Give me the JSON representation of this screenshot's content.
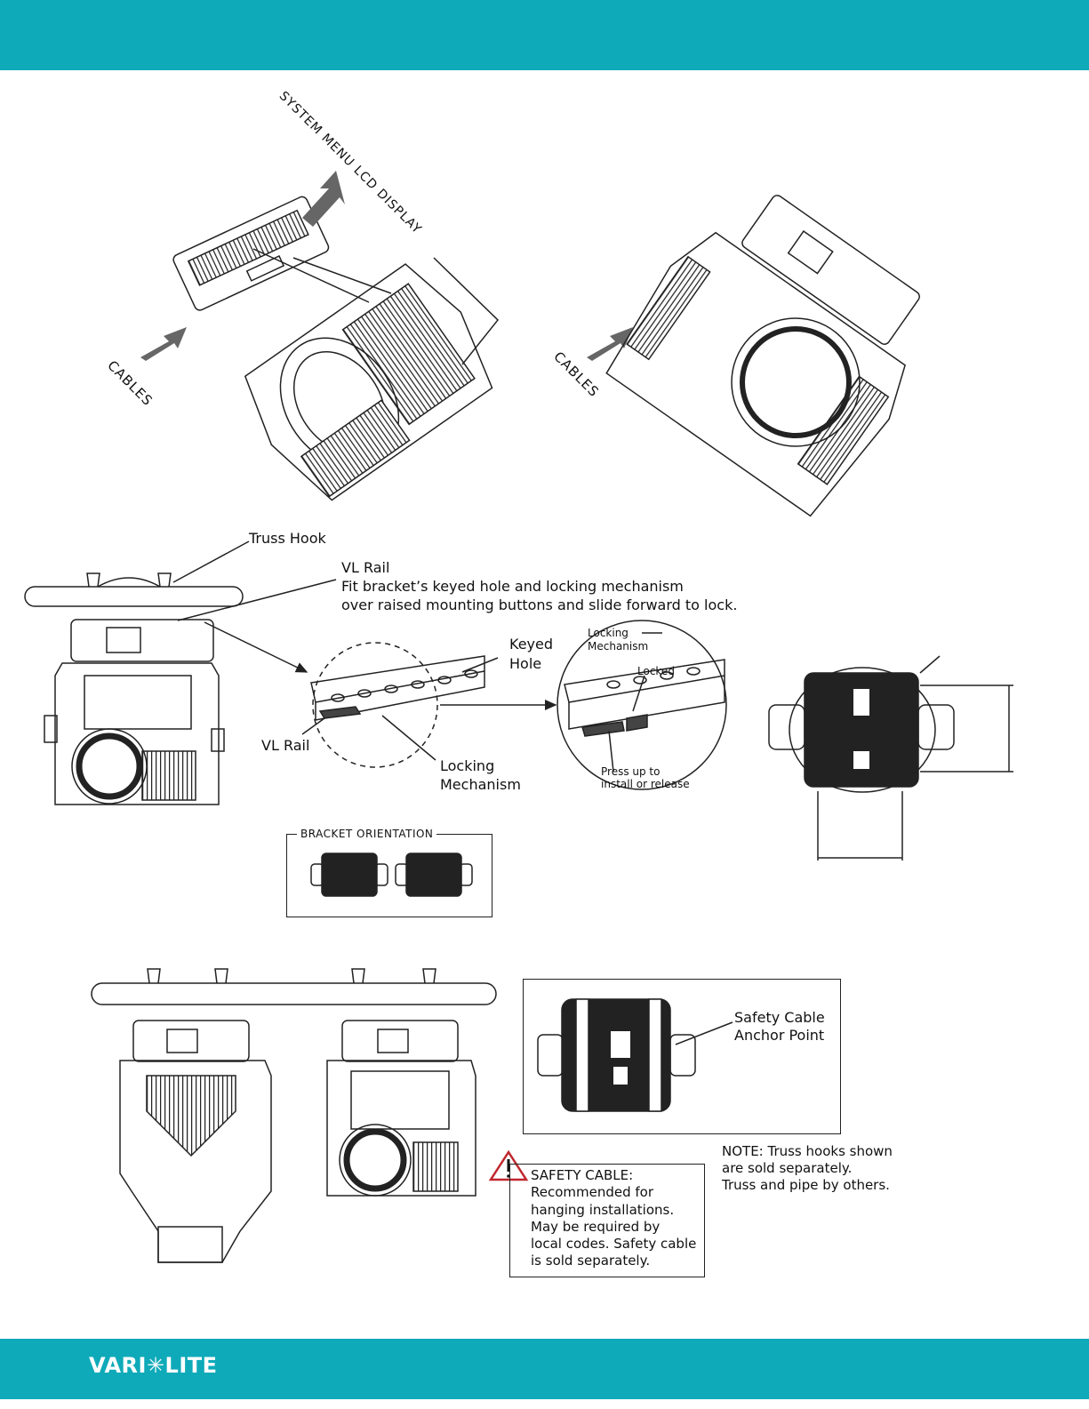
{
  "header": {
    "band_color": "#0eaab9"
  },
  "figure1": {
    "display_label": "SYSTEM MENU LCD DISPLAY",
    "cables_left": "CABLES",
    "cables_right": "CABLES"
  },
  "figure2": {
    "truss_hook": "Truss Hook",
    "rail_title": "VL Rail",
    "rail_line1": "Fit bracket’s keyed hole and locking mechanism",
    "rail_line2": "over raised mounting buttons and slide forward to lock.",
    "keyed_line1": "Keyed",
    "keyed_line2": "Hole",
    "vl_rail": "VL Rail",
    "locking_line1": "Locking",
    "locking_line2": "Mechanism",
    "detail_locking_line1": "Locking",
    "detail_locking_line2": "Mechanism",
    "detail_locked": "Locked",
    "detail_press_line1": "Press up to",
    "detail_press_line2": "install or release",
    "bracket_orientation": "BRACKET ORIENTATION"
  },
  "figure3": {
    "anchor_line1": "Safety Cable",
    "anchor_line2": "Anchor Point",
    "caution_line1": "SAFETY CABLE:",
    "caution_line2": "Recommended for",
    "caution_line3": "hanging installations.",
    "caution_line4": "May be required by",
    "caution_line5": "local codes. Safety cable",
    "caution_line6": "is sold separately.",
    "note_line1": "NOTE: Truss hooks shown",
    "note_line2": "are sold separately.",
    "note_line3": "Truss and pipe by others."
  },
  "footer": {
    "logo_text": "VARI✳LITE",
    "band_color": "#0eaab9"
  }
}
